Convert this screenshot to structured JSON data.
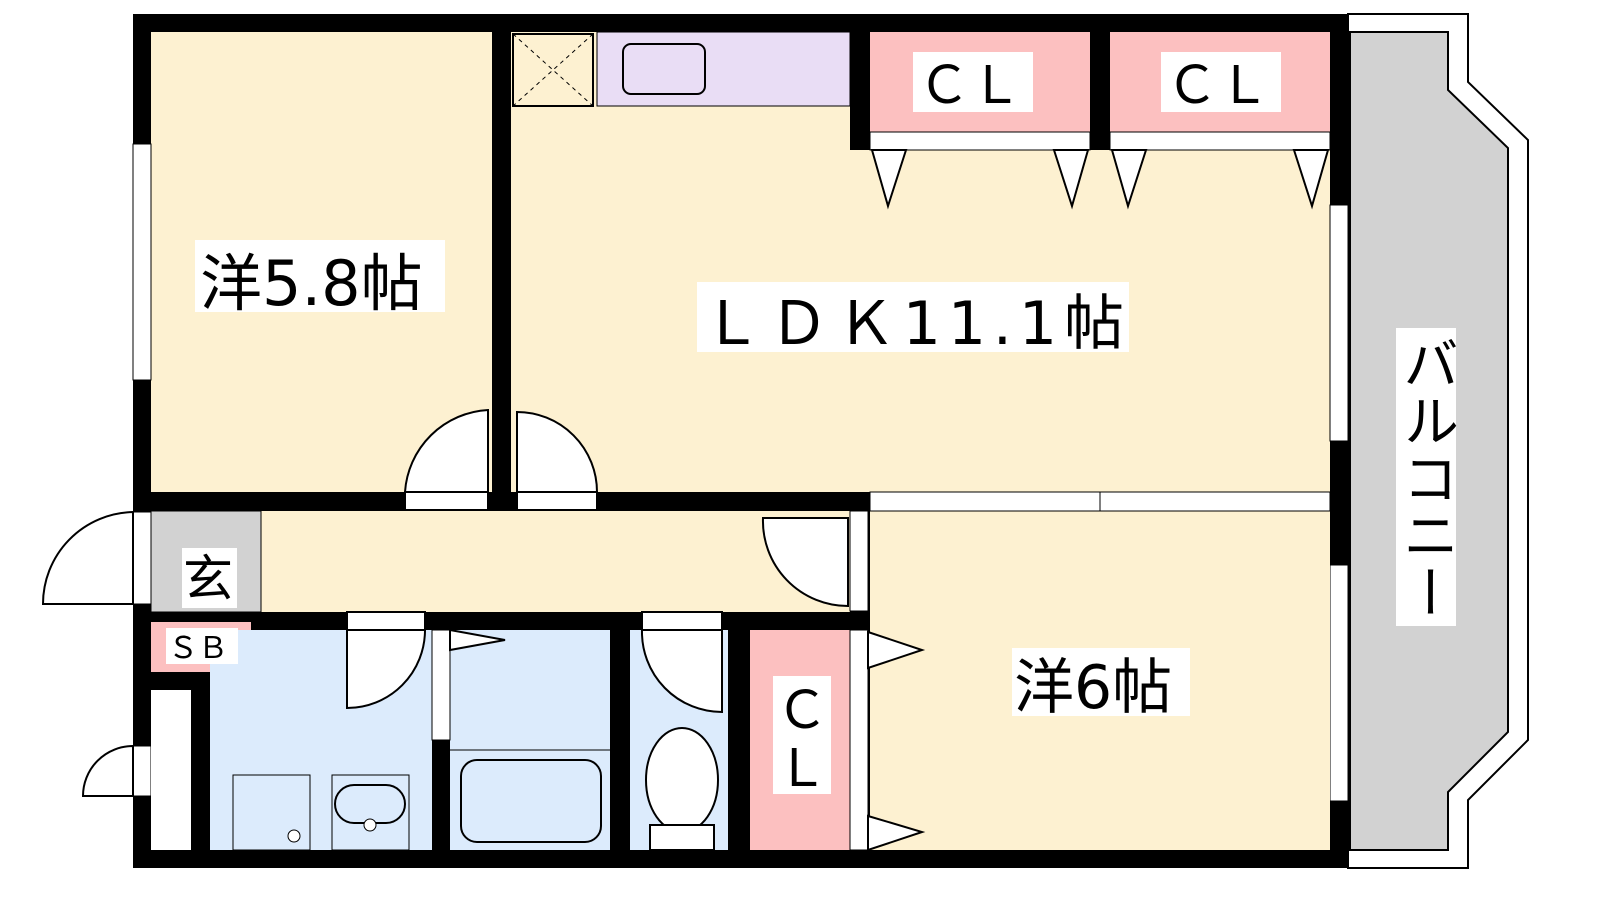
{
  "colors": {
    "room": "#fdf1d1",
    "closet": "#fcc0c0",
    "wet": "#dcebfc",
    "entrance": "#d2d2d2",
    "kitchen": "#e9ddf5",
    "balcony": "#d2d2d2",
    "wall": "#000000"
  },
  "rooms": {
    "western1": "洋5.8帖",
    "ldk": "ＬＤＫ11.1帖",
    "western2": "洋6帖",
    "entrance": "玄",
    "shoe_box": "ＳＢ",
    "closet_top_left": "ＣＬ",
    "closet_top_right": "ＣＬ",
    "closet_bottom_c": "Ｃ",
    "closet_bottom_l": "Ｌ",
    "balcony": "バルコニー"
  }
}
